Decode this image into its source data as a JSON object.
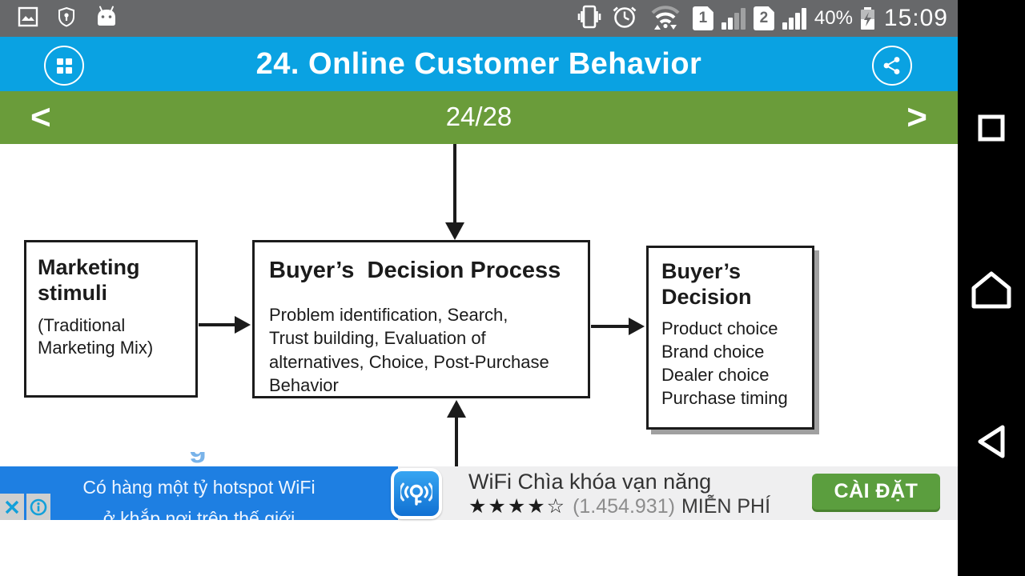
{
  "status_bar": {
    "time": "15:09",
    "battery_percent": "40%",
    "sim1": "1",
    "sim2": "2",
    "icons_left": [
      "gallery-icon",
      "privacy-shield-icon",
      "android-marshmallow-icon"
    ],
    "icons_right": [
      "vibrate-icon",
      "alarm-icon",
      "wifi-icon",
      "sim1-badge",
      "signal-weak-icon",
      "sim2-badge",
      "signal-full-icon",
      "battery-charging-icon"
    ]
  },
  "header": {
    "title": "24. Online Customer Behavior",
    "left_icon": "menu-grid-icon",
    "right_icon": "share-icon",
    "background": "#0aa2e2"
  },
  "pager": {
    "prev": "<",
    "indicator": "24/28",
    "next": ">",
    "background": "#6a9c3a"
  },
  "diagram": {
    "box1": {
      "title": "Marketing stimuli",
      "subtitle": "(Traditional Marketing Mix)"
    },
    "box2": {
      "title": "Buyer’s  Decision Process",
      "body": "Problem identification, Search, Trust building, Evaluation of alternatives, Choice, Post-Purchase Behavior"
    },
    "box3": {
      "title": "Buyer’s Decision",
      "items": [
        "Product choice",
        "Brand choice",
        "Dealer choice",
        "Purchase timing"
      ]
    },
    "arrows": [
      "top-down-arrow",
      "left-to-middle-arrow",
      "middle-to-right-arrow",
      "bottom-up-arrow"
    ]
  },
  "slide": {
    "cutoff_fragment": "g"
  },
  "ad": {
    "line1": "Có hàng một tỷ hotspot WiFi",
    "line2": "ở khắp nơi trên thế giới",
    "app_title": "WiFi Chìa khóa vạn năng",
    "stars": "★★★★☆",
    "rating_count": "(1.454.931)",
    "price": "MIỄN PHÍ",
    "install": "CÀI ĐẶT",
    "close": "✕",
    "blue_background": "#1e7fe2",
    "button_color": "#5b9e3e"
  },
  "nav_bar": {
    "icons": [
      "recents-square-icon",
      "home-icon",
      "back-triangle-icon"
    ]
  },
  "colors": {
    "status_bar": "#67686a",
    "header_blue": "#0aa2e2",
    "pager_green": "#6a9c3a",
    "diagram_ink": "#1b1b1b"
  }
}
